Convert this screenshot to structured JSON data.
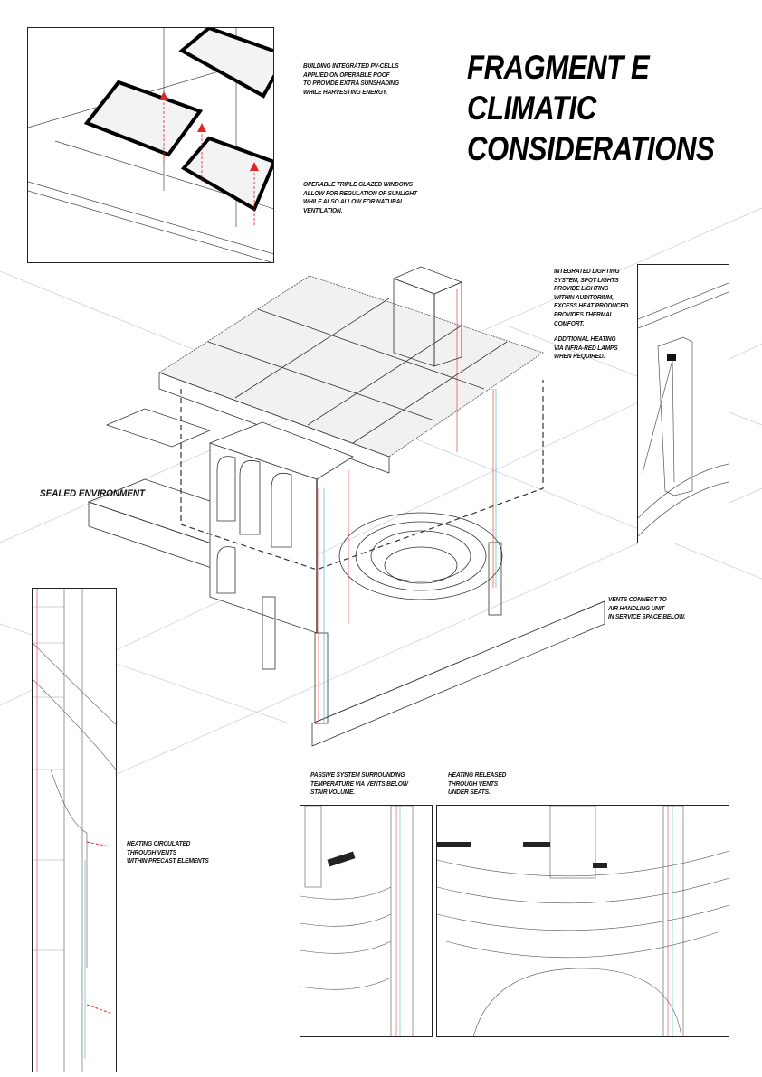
{
  "title": {
    "lines": [
      "FRAGMENT E",
      "CLIMATIC",
      "CONSIDERATIONS"
    ]
  },
  "annotations": {
    "pv_cells": "BUILDING INTEGRATED PV-CELLS\nAPPLIED ON OPERABLE ROOF\nTO PROVIDE EXTRA SUNSHADING\nWHILE HARVESTING ENERGY.",
    "windows": "OPERABLE TRIPLE GLAZED WINDOWS\nALLOW FOR REGULATION OF SUNLIGHT\nWHILE ALSO ALLOW FOR NATURAL\nVENTILATION.",
    "lighting": "INTEGRATED LIGHTING\nSYSTEM, SPOT LIGHTS\nPROVIDE LIGHTING\nWITHIN AUDITORIUM,\nEXCESS HEAT PRODUCED\nPROVIDES THERMAL\nCOMFORT.",
    "infrared": "ADDITIONAL HEATING\nVIA INFRA-RED LAMPS\nWHEN REQUIRED.",
    "sealed": "SEALED ENVIRONMENT",
    "vents_connect": "VENTS CONNECT TO\nAIR HANDLING UNIT\nIN SERVICE SPACE BELOW.",
    "heating_circulated": "HEATING CIRCULATED\nTHROUGH VENTS\nWITHIN PRECAST ELEMENTS",
    "passive": "PASSIVE SYSTEM SURROUNDING\nTEMPERATURE VIA VENTS BELOW\nSTAIR VOLUME.",
    "heating_released": "HEATING RELEASED\nTHROUGH VENTS\nUNDER SEATS."
  },
  "colors": {
    "line": "#333333",
    "red": "#e0262b",
    "cyan": "#3aa7c8"
  }
}
